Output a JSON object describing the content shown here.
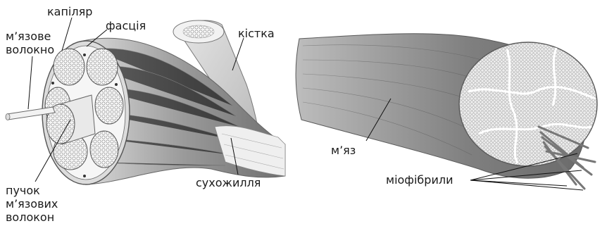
{
  "left_panel": {
    "labels": {
      "capillary": "капіляр",
      "fascia": "фасція",
      "muscle_fiber": "м’язове\nволокно",
      "bone": "кістка",
      "bundle": "пучок\nм’язових\nволокон",
      "tendon": "сухожилля"
    }
  },
  "right_panel": {
    "labels": {
      "muscle": "м’яз",
      "myofibrils": "міофібрили"
    }
  }
}
